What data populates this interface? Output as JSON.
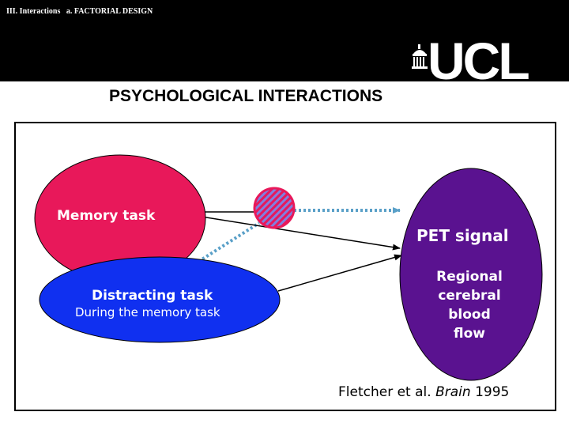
{
  "header": {
    "breadcrumb": "III. Interactions   a. FACTORIAL DESIGN",
    "logo_text": "UCL"
  },
  "title": "PSYCHOLOGICAL INTERACTIONS",
  "nodes": {
    "memory_task": "Memory task",
    "distracting_task": "Distracting task",
    "distracting_task_sub": "During the memory task",
    "pet_signal": "PET signal",
    "rcbf": "Regional\ncerebral\nblood\nflow"
  },
  "citation": {
    "authors": "Fletcher et al.",
    "journal": "Brain",
    "year": "1995"
  },
  "colors": {
    "memory_fill": "#e8185a",
    "distracting_fill": "#1030f0",
    "pet_fill": "#5a1290",
    "interaction_fill": "#e8185a",
    "interaction_hatch": "#8080e0",
    "dotted_arrow": "#5aa0c8"
  }
}
